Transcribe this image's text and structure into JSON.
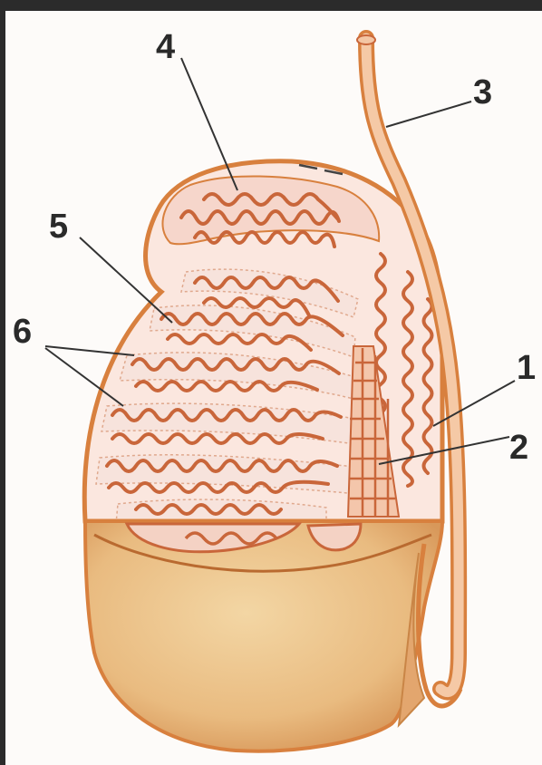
{
  "labels": [
    {
      "id": "1",
      "text": "1"
    },
    {
      "id": "2",
      "text": "2"
    },
    {
      "id": "3",
      "text": "3"
    },
    {
      "id": "4",
      "text": "4"
    },
    {
      "id": "5",
      "text": "5"
    },
    {
      "id": "6",
      "text": "6"
    }
  ],
  "colors": {
    "frame": "#2b2b2b",
    "paper": "#fdfbf9",
    "outline": "#d8803e",
    "tubule": "#c9663a",
    "tubule_fill": "#f1c3a8",
    "lobule_fill": "#f7e6e0",
    "lower_fill": "#efc892",
    "lower_dark": "#d99a5a",
    "duct": "#f0b98f",
    "leader": "#333333"
  }
}
